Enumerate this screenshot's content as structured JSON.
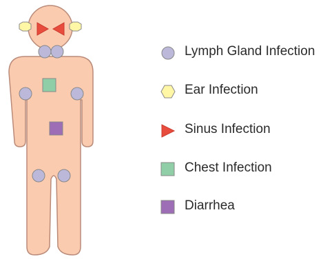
{
  "legend": {
    "lymph": {
      "label": "Lymph Gland Infection",
      "shape": "circle",
      "color": "#bbb8d9"
    },
    "ear": {
      "label": "Ear Infection",
      "shape": "hexagon",
      "color": "#fff6a6"
    },
    "sinus": {
      "label": "Sinus Infection",
      "shape": "triangle",
      "color": "#e84c3d"
    },
    "chest": {
      "label": "Chest Infection",
      "shape": "square",
      "color": "#8fcea6"
    },
    "diarrhea": {
      "label": "Diarrhea",
      "shape": "square",
      "color": "#9d6db5"
    }
  },
  "colors": {
    "body_fill": "#fbcbb0",
    "body_stroke": "#b98a78",
    "marker_stroke": "#888888"
  }
}
